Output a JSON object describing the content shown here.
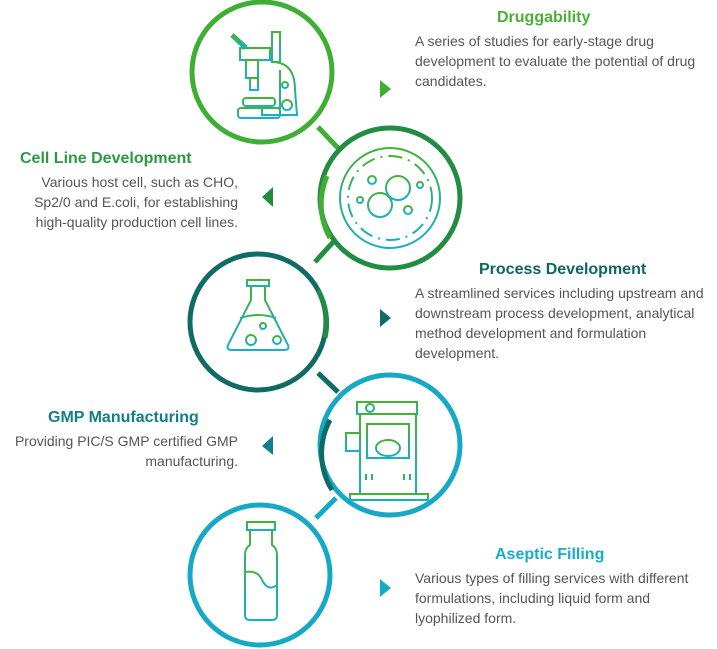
{
  "steps": [
    {
      "title": "Druggability",
      "text": "A series of studies for early-stage drug development to evaluate the potential of drug candidates.",
      "icon": "microscope-icon",
      "color": "#3fae34"
    },
    {
      "title": "Cell Line Development",
      "text": "Various host cell, such as CHO, Sp2/0 and E.coli,  for establishing high-quality production cell lines.",
      "icon": "petri-dish-icon",
      "color": "#238c43"
    },
    {
      "title": "Process Development",
      "text": "A streamlined services including upstream and downstream process development, analytical method development and formulation development.",
      "icon": "flask-icon",
      "color": "#0f6b66"
    },
    {
      "title": "GMP Manufacturing",
      "text": "Providing PIC/S GMP certified GMP manufacturing.",
      "icon": "manufacturing-machine-icon",
      "color": "#12808a"
    },
    {
      "title": "Aseptic Filling",
      "text": "Various types of filling services with different formulations, including liquid form and lyophilized form.",
      "icon": "vial-icon",
      "color": "#16a9c6"
    }
  ]
}
